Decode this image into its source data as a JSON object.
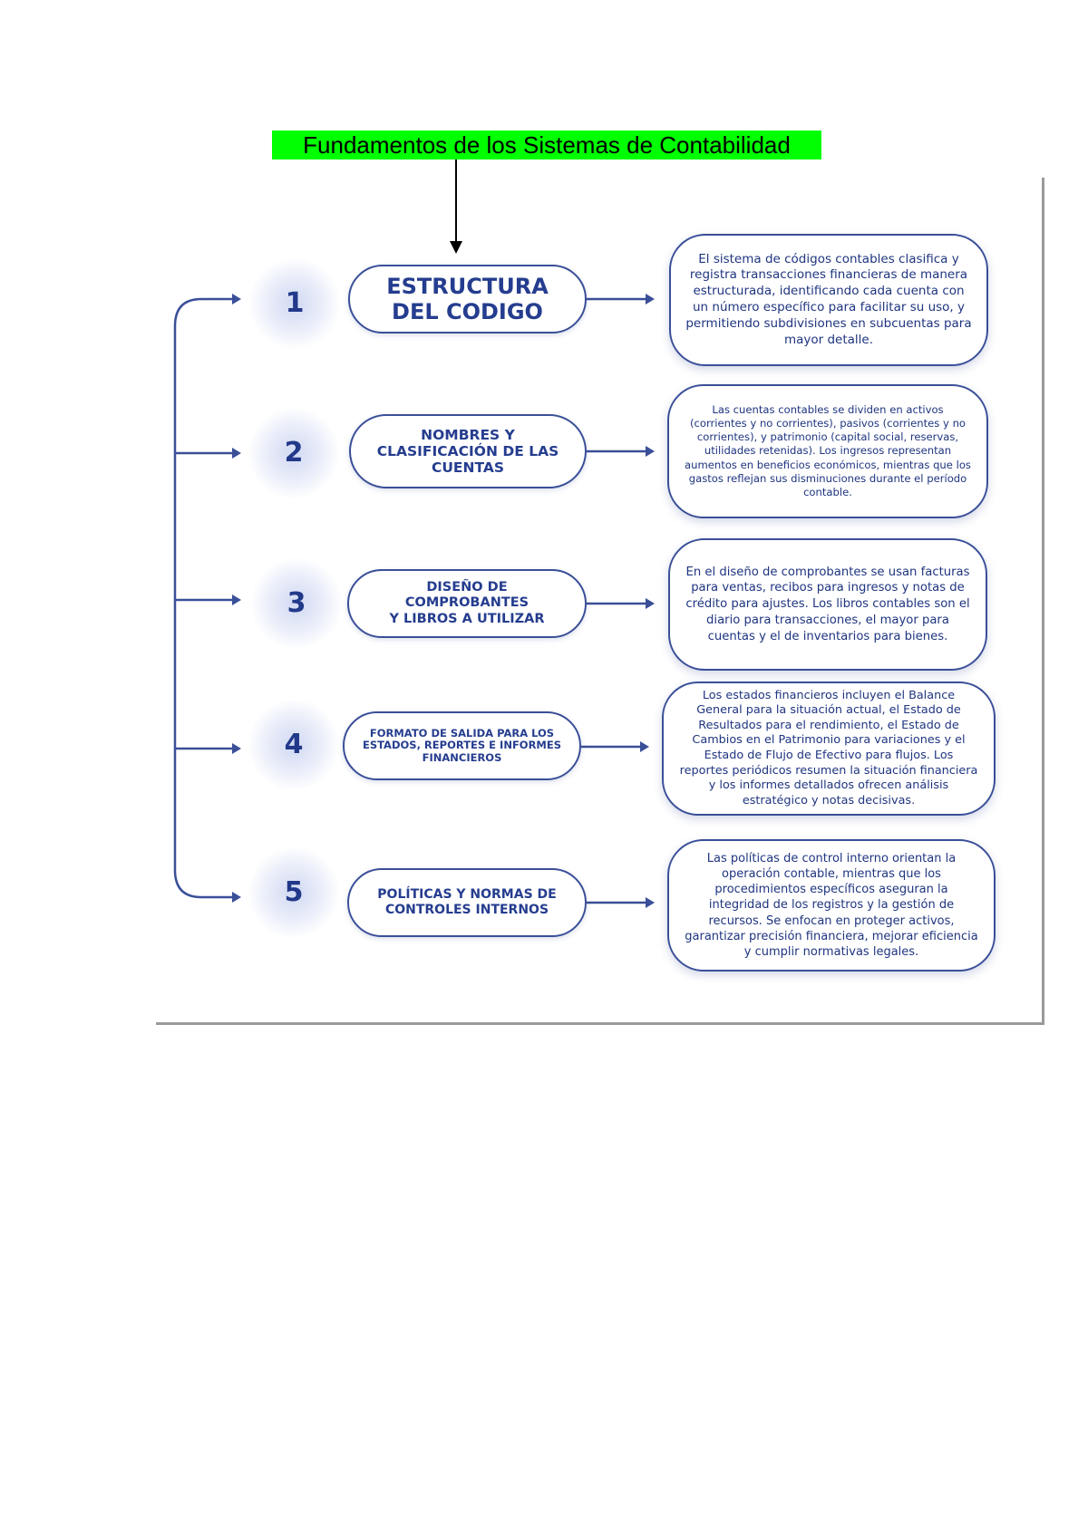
{
  "title": "Fundamentos de los Sistemas de Contabilidad",
  "steps": [
    {
      "number": "1",
      "label": "ESTRUCTURA\nDEL CODIGO",
      "description": "El sistema de códigos contables clasifica y registra transacciones financieras de manera estructurada, identificando cada cuenta con un número específico para facilitar su uso, y permitiendo subdivisiones en subcuentas para mayor detalle."
    },
    {
      "number": "2",
      "label": "NOMBRES Y\nCLASIFICACIÓN DE LAS\nCUENTAS",
      "description": "Las cuentas contables se dividen en activos (corrientes y no corrientes), pasivos (corrientes y no corrientes), y patrimonio (capital social, reservas, utilidades retenidas). Los ingresos representan aumentos en beneficios económicos, mientras que los gastos reflejan sus disminuciones durante el período contable."
    },
    {
      "number": "3",
      "label": "DISEÑO DE COMPROBANTES\nY LIBROS A UTILIZAR",
      "description": "En el diseño de comprobantes se usan facturas para ventas, recibos para ingresos y notas de crédito para ajustes. Los libros contables son el diario para transacciones, el mayor para cuentas y el de inventarios para bienes."
    },
    {
      "number": "4",
      "label": "FORMATO DE SALIDA PARA LOS\nESTADOS, REPORTES E INFORMES\nFINANCIEROS",
      "description": "Los estados financieros incluyen el Balance General para la situación actual, el Estado de Resultados para el rendimiento, el Estado de Cambios en el Patrimonio para variaciones y el Estado de Flujo de Efectivo para flujos. Los reportes periódicos resumen la situación financiera y los informes detallados ofrecen análisis estratégico y notas decisivas."
    },
    {
      "number": "5",
      "label": "POLÍTICAS Y NORMAS DE\nCONTROLES INTERNOS",
      "description": "Las políticas de control interno orientan la operación contable, mientras que los procedimientos específicos aseguran la integridad de los registros y la gestión de recursos. Se enfocan en proteger activos, garantizar precisión financiera, mejorar eficiencia y cumplir normativas legales."
    }
  ],
  "colors": {
    "highlight": "#00ff00",
    "accent": "#3a4f98",
    "text": "#1f3580"
  }
}
